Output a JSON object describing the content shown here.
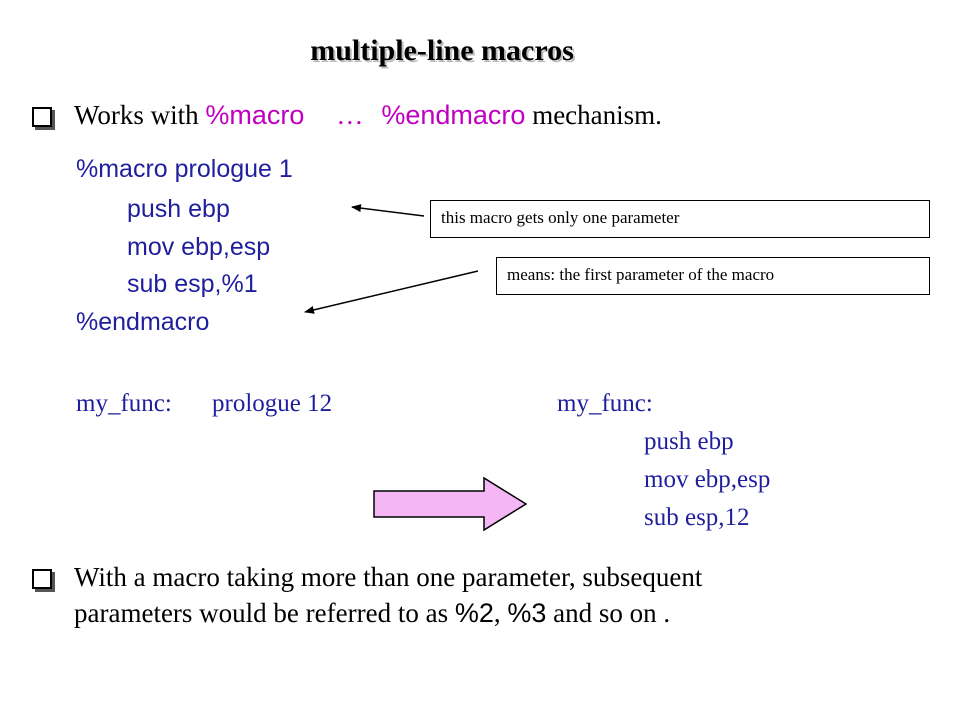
{
  "title": "multiple-line  macros",
  "bullet1": {
    "text_pre": "Works with ",
    "keyword_start": "%macro",
    "ellipsis": "…",
    "keyword_end": "%endmacro",
    "text_post": " mechanism."
  },
  "macro_code": {
    "line1": "%macro prologue 1",
    "line2": "push ebp",
    "line3": "mov ebp,esp",
    "line4": "sub esp,%1",
    "line5": "%endmacro"
  },
  "callouts": {
    "one_param": "this macro gets only one parameter",
    "first_param": "means: the first parameter of the macro"
  },
  "usage": {
    "label": "my_func:",
    "call": "prologue 12"
  },
  "expansion": {
    "label": "my_func:",
    "line1": "push ebp",
    "line2": "mov ebp,esp",
    "line3": "sub esp,12"
  },
  "bullet2": {
    "line1": "With a macro taking more than one parameter, subsequent",
    "line2_pre": "parameters would be referred to as ",
    "param2": "%2",
    "sep": ", ",
    "param3": "%3",
    "line2_post": " and so on ."
  },
  "colors": {
    "code_blue": "#1f1f9e",
    "keyword_magenta": "#c000c0",
    "arrow_fill": "#f4b6f4"
  }
}
